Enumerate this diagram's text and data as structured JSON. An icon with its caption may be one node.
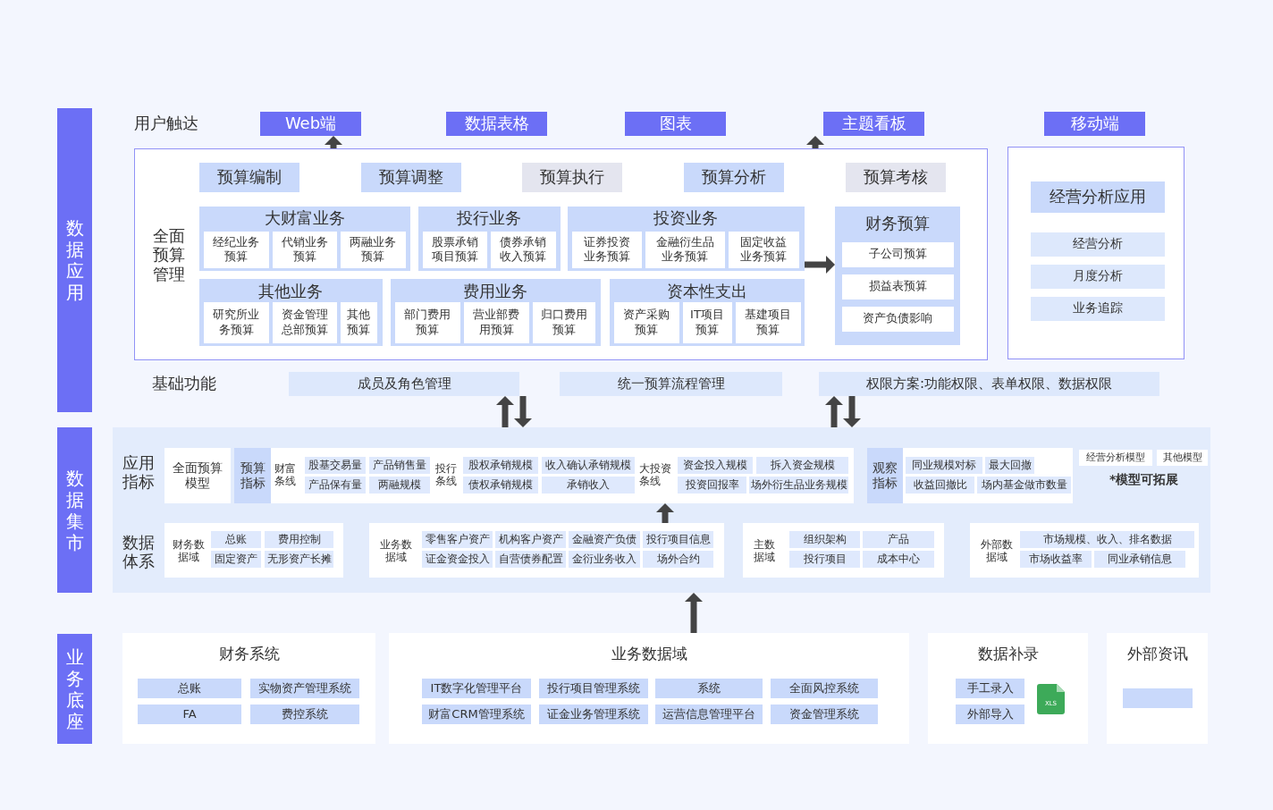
{
  "diagram": {
    "nodes": [
      {
        "text": [
          "数据应用"
        ]
      },
      {
        "text": [
          "Web端"
        ]
      },
      {
        "text": [
          "数据表格"
        ]
      },
      {
        "text": [
          "图表"
        ]
      },
      {
        "text": [
          "主题看板"
        ]
      },
      {
        "text": [
          "移动端"
        ]
      },
      {
        "text": [
          "全面预算管理"
        ]
      },
      {
        "text": [
          "预算编制"
        ],
        "in": 6
      },
      {
        "text": [
          "预算调整"
        ],
        "in": 6
      },
      {
        "text": [
          "预算执行"
        ],
        "in": 6
      },
      {
        "text": [
          "预算分析"
        ],
        "in": 6
      },
      {
        "text": [
          "预算考核"
        ],
        "in": 6
      },
      {
        "text": [
          "大财富业务"
        ],
        "in": 6
      },
      {
        "text": [
          "经纪业务预算"
        ],
        "in": 12
      },
      {
        "text": [
          "代销业务预算"
        ],
        "in": 12
      },
      {
        "text": [
          "两融业务预算"
        ],
        "in": 12
      },
      {
        "text": [
          "投行业务"
        ],
        "in": 6
      },
      {
        "text": [
          "股票承销项目预算"
        ],
        "in": 16
      },
      {
        "text": [
          "债券承销收入预算"
        ],
        "in": 16
      },
      {
        "text": [
          "投资业务"
        ],
        "in": 6
      },
      {
        "text": [
          "证券投资业务预算"
        ],
        "in": 19
      },
      {
        "text": [
          "金融衍生品业务预算"
        ],
        "in": 19
      },
      {
        "text": [
          "固定收益业务预算"
        ],
        "in": 19
      },
      {
        "text": [
          "其他业务"
        ],
        "in": 6
      },
      {
        "text": [
          "研究所业务预算"
        ],
        "in": 23
      },
      {
        "text": [
          "资金管理总部预算"
        ],
        "in": 23
      },
      {
        "text": [
          "其他预算"
        ],
        "in": 23
      },
      {
        "text": [
          "费用业务"
        ],
        "in": 6
      },
      {
        "text": [
          "部门费用预算"
        ],
        "in": 27
      },
      {
        "text": [
          "营业部费用预算"
        ],
        "in": 27
      },
      {
        "text": [
          "归口费用预算"
        ],
        "in": 27
      },
      {
        "text": [
          "资本性支出"
        ],
        "in": 6
      },
      {
        "text": [
          "资产采购预算"
        ],
        "in": 31
      },
      {
        "text": [
          "IT项目预算"
        ],
        "in": 31
      },
      {
        "text": [
          "基建项目预算"
        ],
        "in": 31
      },
      {
        "text": [
          "财务预算"
        ],
        "in": 6
      },
      {
        "text": [
          "子公司预算"
        ],
        "in": 35
      },
      {
        "text": [
          "损益表预算"
        ],
        "in": 35
      },
      {
        "text": [
          "资产负债影响"
        ],
        "in": 35
      },
      {
        "text": [],
        "shape": "box"
      },
      {
        "text": [
          "经营分析应用"
        ],
        "in": 39
      },
      {
        "text": [
          "经营分析"
        ],
        "in": 39
      },
      {
        "text": [
          "月度分析"
        ],
        "in": 39
      },
      {
        "text": [
          "业务追踪"
        ],
        "in": 39
      },
      {
        "text": [
          "成员及角色管理"
        ]
      },
      {
        "text": [
          "统一预算流程管理"
        ]
      },
      {
        "text": [
          "权限方案:功能权限、表单权限、数据权限"
        ]
      },
      {
        "text": [
          "数据集市"
        ]
      },
      {
        "text": [],
        "shape": "box"
      },
      {
        "text": [
          "全面预算模型"
        ],
        "in": 48
      },
      {
        "text": [
          "预算指标"
        ],
        "in": 48
      },
      {
        "text": [
          "股基交易量"
        ],
        "in": 50
      },
      {
        "text": [
          "产品销售量"
        ],
        "in": 50
      },
      {
        "text": [
          "产品保有量"
        ],
        "in": 50
      },
      {
        "text": [
          "两融规模"
        ],
        "in": 50
      },
      {
        "text": [
          "股权承销规模"
        ],
        "in": 50
      },
      {
        "text": [
          "收入确认承销规模"
        ],
        "in": 50
      },
      {
        "text": [
          "债权承销规模"
        ],
        "in": 50
      },
      {
        "text": [
          "承销收入"
        ],
        "in": 50
      },
      {
        "text": [
          "资金投入规模"
        ],
        "in": 50
      },
      {
        "text": [
          "拆入资金规模"
        ],
        "in": 50
      },
      {
        "text": [
          "投资回报率"
        ],
        "in": 50
      },
      {
        "text": [
          "场外衍生品业务规模"
        ],
        "in": 50
      },
      {
        "text": [
          "观察指标"
        ],
        "in": 48
      },
      {
        "text": [
          "同业规模对标"
        ],
        "in": 63
      },
      {
        "text": [
          "最大回撤"
        ],
        "in": 63
      },
      {
        "text": [
          "收益回撤比"
        ],
        "in": 63
      },
      {
        "text": [
          "场内基金做市数量"
        ],
        "in": 63
      },
      {
        "text": [
          "经营分析模型"
        ],
        "in": 48
      },
      {
        "text": [
          "其他模型"
        ],
        "in": 48
      },
      {
        "text": [
          "财务数据域"
        ],
        "in": 48
      },
      {
        "text": [
          "总账"
        ],
        "in": 70
      },
      {
        "text": [
          "费用控制"
        ],
        "in": 70
      },
      {
        "text": [
          "固定资产"
        ],
        "in": 70
      },
      {
        "text": [
          "无形资产长摊"
        ],
        "in": 70
      },
      {
        "text": [
          "业务数据域"
        ],
        "in": 48
      },
      {
        "text": [
          "零售客户资产"
        ],
        "in": 75
      },
      {
        "text": [
          "机构客户资产"
        ],
        "in": 75
      },
      {
        "text": [
          "金融资产负债"
        ],
        "in": 75
      },
      {
        "text": [
          "投行项目信息"
        ],
        "in": 75
      },
      {
        "text": [
          "证金资金投入"
        ],
        "in": 75
      },
      {
        "text": [
          "自营债券配置"
        ],
        "in": 75
      },
      {
        "text": [
          "金衍业务收入"
        ],
        "in": 75
      },
      {
        "text": [
          "场外合约"
        ],
        "in": 75
      },
      {
        "text": [
          "主数据域"
        ],
        "in": 48
      },
      {
        "text": [
          "组织架构"
        ],
        "in": 84
      },
      {
        "text": [
          "产品"
        ],
        "in": 84
      },
      {
        "text": [
          "投行项目"
        ],
        "in": 84
      },
      {
        "text": [
          "成本中心"
        ],
        "in": 84
      },
      {
        "text": [
          "外部数据域"
        ],
        "in": 48
      },
      {
        "text": [
          "市场规模、收入、排名数据"
        ],
        "in": 89
      },
      {
        "text": [
          "市场收益率"
        ],
        "in": 89
      },
      {
        "text": [
          "同业承销信息"
        ],
        "in": 89
      },
      {
        "text": [
          "业务底座"
        ]
      },
      {
        "text": [
          "财务系统"
        ]
      },
      {
        "text": [
          "总账"
        ],
        "in": 94
      },
      {
        "text": [
          "实物资产管理系统"
        ],
        "in": 94
      },
      {
        "text": [
          "FA"
        ],
        "in": 94
      },
      {
        "text": [
          "费控系统"
        ],
        "in": 94
      },
      {
        "text": [
          "业务数据域"
        ]
      },
      {
        "text": [
          "IT数字化管理平台"
        ],
        "in": 99
      },
      {
        "text": [
          "投行项目管理系统"
        ],
        "in": 99
      },
      {
        "text": [
          "系统"
        ],
        "in": 99
      },
      {
        "text": [
          "全面风控系统"
        ],
        "in": 99
      },
      {
        "text": [
          "财富CRM管理系统"
        ],
        "in": 99
      },
      {
        "text": [
          "证金业务管理系统"
        ],
        "in": 99
      },
      {
        "text": [
          "运营信息管理平台"
        ],
        "in": 99
      },
      {
        "text": [
          "资金管理系统"
        ],
        "in": 99
      },
      {
        "text": [
          "数据补录"
        ]
      },
      {
        "text": [
          "手工录入"
        ],
        "in": 108
      },
      {
        "text": [
          "外部导入"
        ],
        "in": 108
      },
      {
        "text": [
          "外部资讯"
        ]
      },
      {
        "text": [],
        "shape": "box",
        "in": 111
      }
    ],
    "edges": [
      {
        "from": 6,
        "to": 1,
        "arrow": "to"
      },
      {
        "from": 6,
        "to": 4,
        "arrow": "to"
      },
      {
        "from": 19,
        "to": 35,
        "arrow": "to"
      },
      {
        "from": 48,
        "to": 44,
        "arrow": "to"
      },
      {
        "from": 44,
        "to": 48,
        "arrow": "to"
      },
      {
        "from": 48,
        "to": 46,
        "arrow": "to"
      },
      {
        "from": 46,
        "to": 48,
        "arrow": "to"
      },
      {
        "from": 75,
        "to": 50,
        "arrow": "to"
      },
      {
        "from": 99,
        "to": 48,
        "arrow": "to"
      }
    ],
    "labels": [
      "用户触达",
      "基础功能",
      "应用指标",
      "财富条线",
      "投行条线",
      "大投资条线",
      "*模型可拓展",
      "数据体系",
      "XLS"
    ]
  }
}
